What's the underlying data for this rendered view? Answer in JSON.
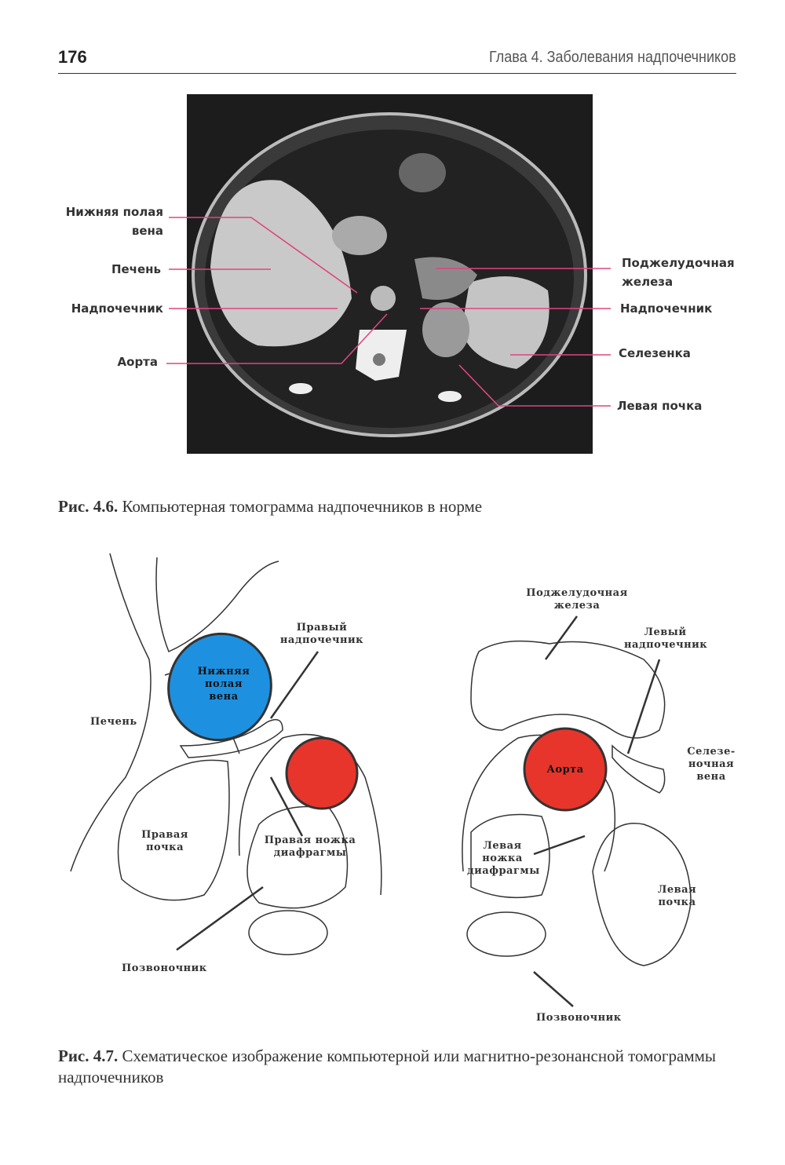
{
  "header": {
    "page_number": "176",
    "chapter": "Глава 4. Заболевания надпочечников"
  },
  "figure1": {
    "labels_left": [
      "Нижняя полая вена",
      "Печень",
      "Надпочечник",
      "Аорта"
    ],
    "labels_right": [
      "Поджелудочная железа",
      "Надпочечник",
      "Селезенка",
      "Левая почка"
    ],
    "caption_prefix": "Рис. 4.6.",
    "caption_text": " Компьютерная томограмма надпочечников в норме",
    "line_color": "#e0457f"
  },
  "figure2": {
    "left": {
      "ivc": "Нижняя полая вена",
      "right_adrenal": "Правый надпочечник",
      "liver": "Печень",
      "right_kidney": "Правая почка",
      "right_crus": "Правая ножка диафрагмы",
      "spine": "Позвоночник"
    },
    "right": {
      "pancreas": "Поджелудочная железа",
      "left_adrenal": "Левый надпочечник",
      "aorta": "Аорта",
      "splenic_vein": "Селезе-ночная вена",
      "left_crus": "Левая ножка диафрагмы",
      "left_kidney": "Левая почка",
      "spine": "Позвоночник"
    },
    "caption_prefix": "Рис. 4.7.",
    "caption_text": " Схематическое изображение компьютерной или магнитно-резонансной томограммы надпочечников",
    "colors": {
      "ivc": "#1e90e0",
      "aorta": "#e8352b"
    }
  }
}
